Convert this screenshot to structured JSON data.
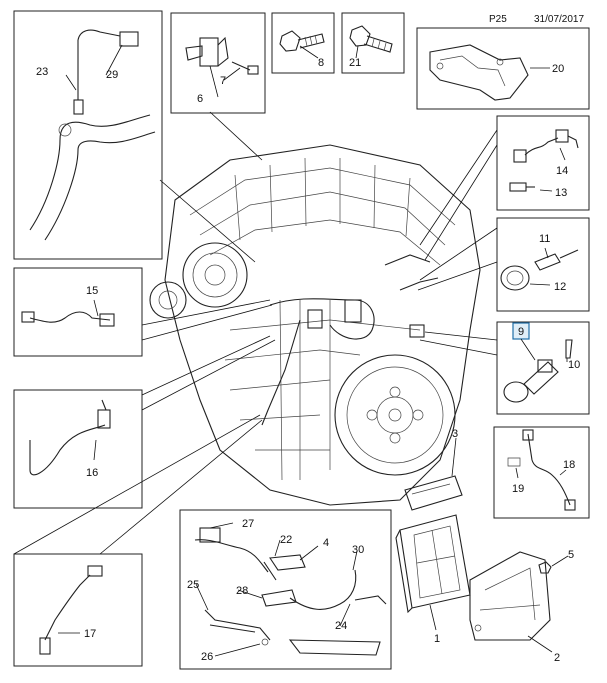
{
  "header": {
    "page": "P25",
    "date": "31/07/2017"
  },
  "callouts": {
    "c1": "1",
    "c2": "2",
    "c3": "3",
    "c4": "4",
    "c5": "5",
    "c6": "6",
    "c7": "7",
    "c8": "8",
    "c9": "9",
    "c10": "10",
    "c11": "11",
    "c12": "12",
    "c13": "13",
    "c14": "14",
    "c15": "15",
    "c16": "16",
    "c17": "17",
    "c18": "18",
    "c19": "19",
    "c20": "20",
    "c21": "21",
    "c22": "22",
    "c23": "23",
    "c24": "24",
    "c25": "25",
    "c26": "26",
    "c27": "27",
    "c28": "28",
    "c29": "29",
    "c30": "30"
  },
  "highlight": {
    "callout": "9",
    "fill": "#dfeef8",
    "stroke": "#1f6fa8"
  }
}
